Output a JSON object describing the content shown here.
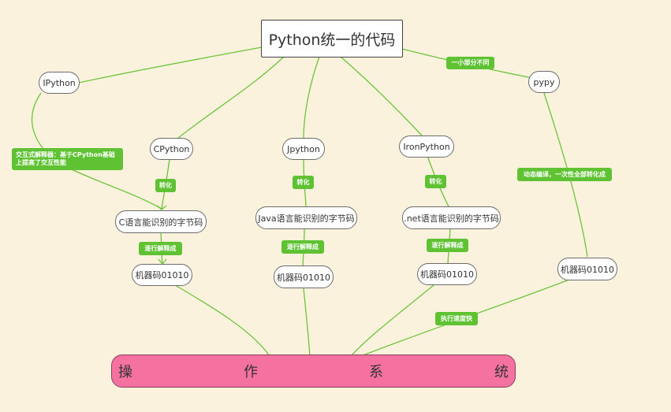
{
  "root": {
    "label": "Python统一的代码"
  },
  "nodes": {
    "ipython": "IPython",
    "pypy": "pypy",
    "cpython": "CPython",
    "jpython": "Jpython",
    "ironpython": "IronPython",
    "c_bytecode": "C语言能识别的字节码",
    "java_bytecode": "Java语言能识别的字节码",
    "net_bytecode": ".net语言能识别的字节码",
    "machine_c": "机器码01010",
    "machine_java": "机器码01010",
    "machine_net": "机器码01010",
    "machine_pypy": "机器码01010"
  },
  "tags": {
    "pypy_note": "一小部分不同",
    "ipython_note_line1": "交互式解释器：基于CPython基础",
    "ipython_note_line2": "上提高了交互性能",
    "convert_c": "转化",
    "convert_java": "转化",
    "convert_net": "转化",
    "interpret_c": "逐行解释成",
    "interpret_java": "逐行解释成",
    "interpret_net": "逐行解释成",
    "dynamic_compile": "动态编译，一次性全部转化成",
    "fast_exec": "执行速度快"
  },
  "os": {
    "chars": [
      "操",
      "作",
      "系",
      "统"
    ]
  },
  "colors": {
    "background": "#fbf2dd",
    "edge": "#6cc43a",
    "tag": "#5ec232",
    "os": "#f572a0"
  }
}
